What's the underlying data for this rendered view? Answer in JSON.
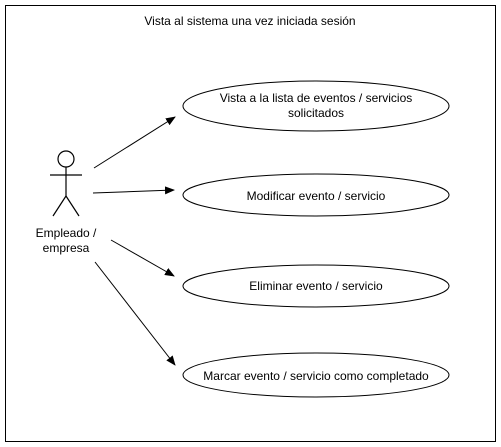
{
  "diagram": {
    "title": "Vista al sistema una vez iniciada sesión",
    "actor": {
      "label_line1": "Empleado /",
      "label_line2": "empresa"
    },
    "use_cases": [
      {
        "line1": "Vista a la lista de eventos / servicios",
        "line2": "solicitados"
      },
      {
        "line1": "Modificar evento / servicio"
      },
      {
        "line1": "Eliminar evento / servicio"
      },
      {
        "line1": "Marcar evento / servicio como completado"
      }
    ]
  }
}
